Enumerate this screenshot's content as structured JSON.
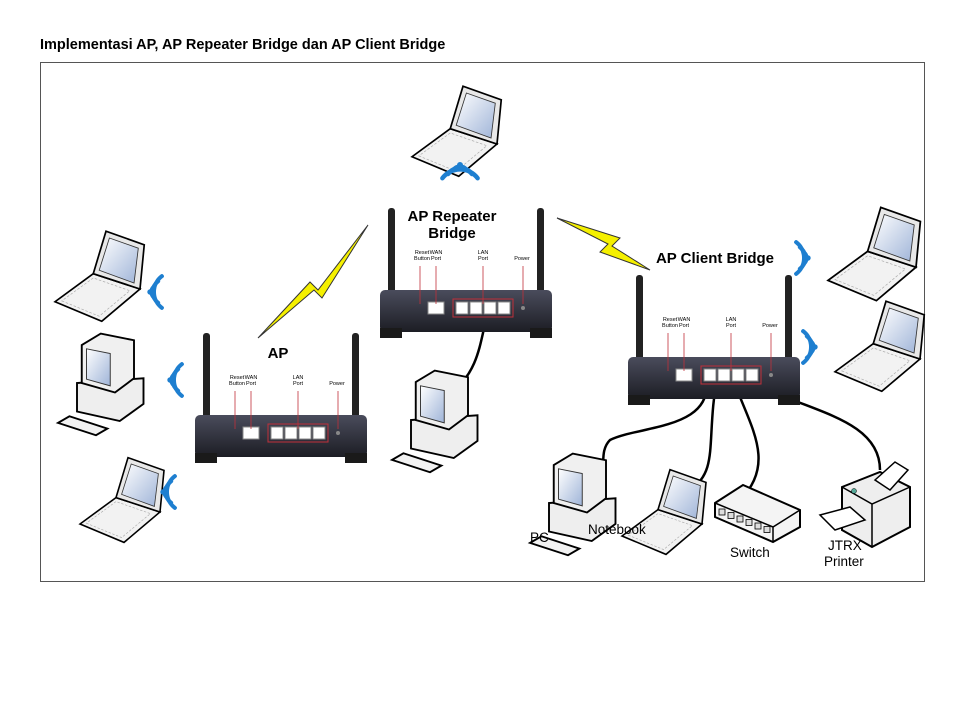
{
  "title": "Implementasi AP, AP Repeater Bridge  dan AP Client Bridge",
  "routers": [
    {
      "label_lines": [
        "AP"
      ],
      "name": "ap"
    },
    {
      "label_lines": [
        "AP Repeater",
        "Bridge"
      ],
      "name": "ap-repeater-bridge"
    },
    {
      "label_lines": [
        "AP Client Bridge"
      ],
      "name": "ap-client-bridge"
    }
  ],
  "router_port_labels": {
    "reset": [
      "Reset",
      "Button"
    ],
    "wan": [
      "WAN",
      "Port"
    ],
    "lan": [
      "LAN",
      "Port"
    ],
    "power": [
      "Power"
    ]
  },
  "devices": {
    "pc": "PC",
    "notebook": "Notebook",
    "switch": "Switch",
    "printer": [
      "JTRX",
      "Printer"
    ]
  },
  "colors": {
    "wifi": "#1e7fd0",
    "lightning": "#f5f000",
    "router_body": "#2b2d38",
    "port_highlight": "#c0303a"
  }
}
